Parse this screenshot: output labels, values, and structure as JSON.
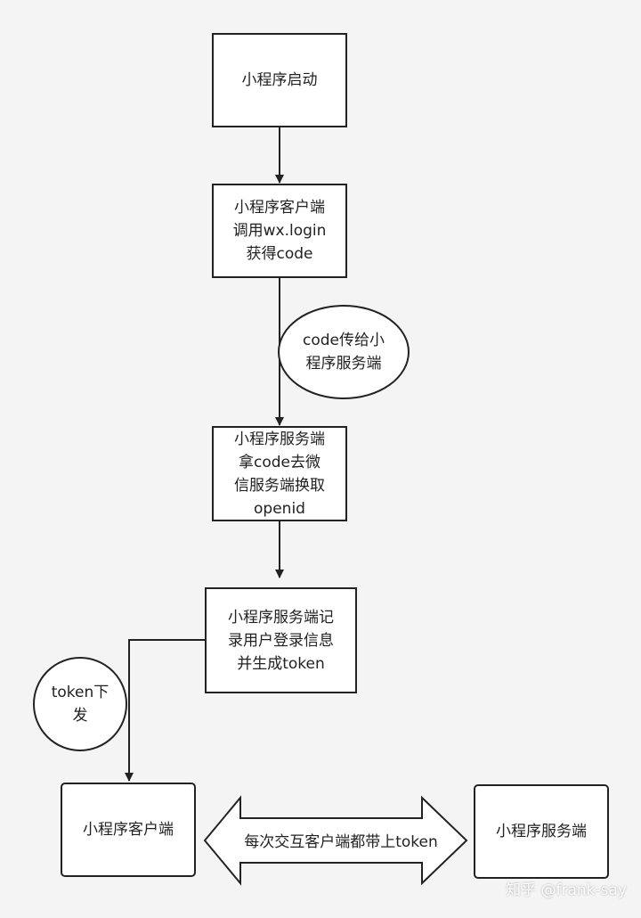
{
  "nodes": {
    "launch": "小程序启动",
    "client_login": "小程序客户端\n调用wx.login\n获得code",
    "server_exchange": "小程序服务端\n拿code去微\n信服务端换取\nopenid",
    "server_record": "小程序服务端记\n录用户登录信息\n并生成token",
    "client_final": "小程序客户端",
    "server_final": "小程序服务端"
  },
  "bubbles": {
    "code_transfer": "code传给小\n程序服务端",
    "token_issue": "token下\n发"
  },
  "double_arrow_label": "每次交互客户端都带上token",
  "watermark": "知乎 @frank-say"
}
